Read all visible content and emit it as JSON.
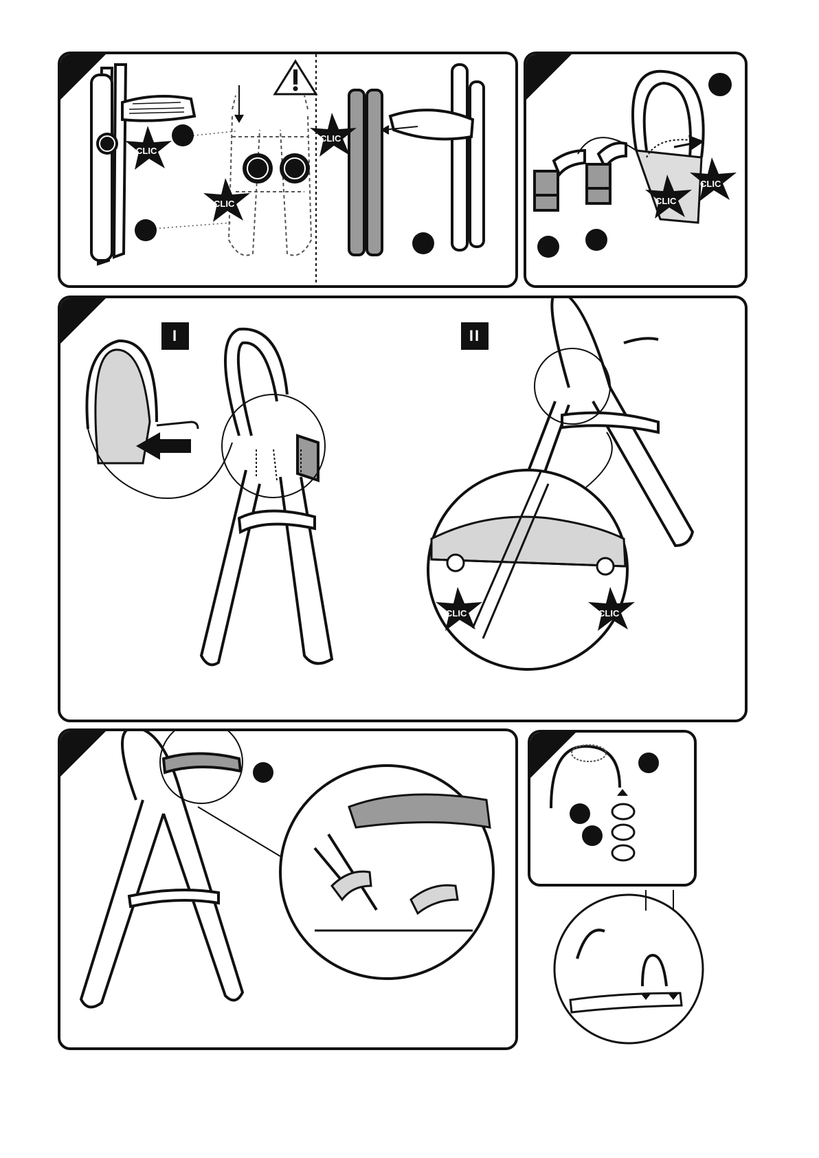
{
  "clic_label": "CLIC",
  "step_labels": {
    "first": "I",
    "second": "II"
  },
  "colors": {
    "ink": "#111111",
    "fill_light": "#d6d6d6",
    "fill_mid": "#9a9a9a",
    "paper": "#ffffff"
  },
  "icons": [
    "warning-triangle-icon",
    "clic-star-icon",
    "numbered-marker-icon",
    "arrow-icon"
  ]
}
